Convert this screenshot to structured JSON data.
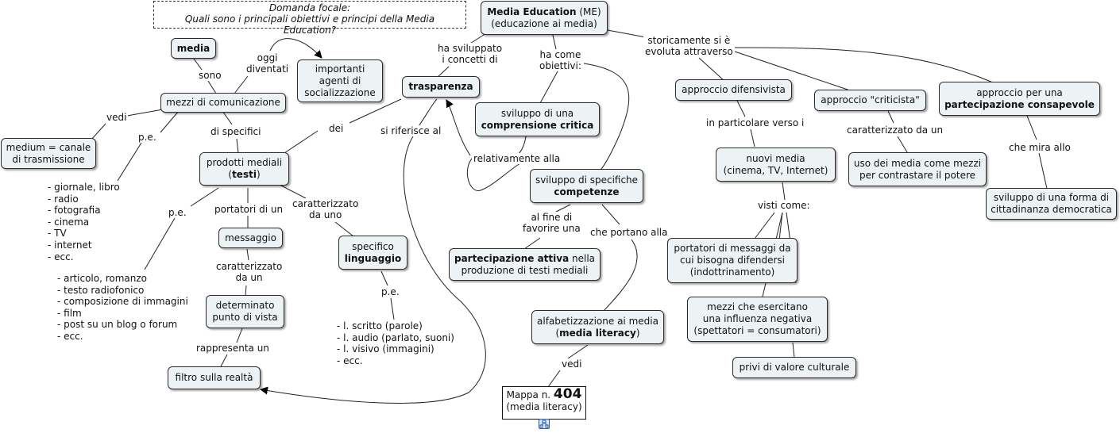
{
  "focus": {
    "line1": "Domanda focale:",
    "line2": "Quali sono i principali obiettivi e principi della Media Education?"
  },
  "nodes": {
    "media_education": {
      "bold": "Media Education",
      "rest": " (ME)",
      "line2": "(educazione ai media)"
    },
    "media": "media",
    "agenti_1": "importanti",
    "agenti_2": "agenti di",
    "agenti_3": "socializzazione",
    "trasparenza": "trasparenza",
    "mezzi_comunicazione": "mezzi di comunicazione",
    "medium_1": "medium = canale",
    "medium_2": "di trasmissione",
    "prodotti_1": "prodotti mediali",
    "prodotti_2_open": "(",
    "prodotti_2_bold": "testi",
    "prodotti_2_close": ")",
    "messaggio": "messaggio",
    "punto_vista_1": "determinato",
    "punto_vista_2": "punto di vista",
    "filtro": "filtro sulla realtà",
    "linguaggio_1": "specifico",
    "linguaggio_2": "linguaggio",
    "comprensione_1": "sviluppo di una",
    "comprensione_2": "comprensione critica",
    "competenze_1": "sviluppo di specifiche",
    "competenze_2": "competenze",
    "partecipazione_attiva_bold": "partecipazione attiva",
    "partecipazione_attiva_rest": " nella",
    "partecipazione_attiva_2": "produzione di testi mediali",
    "literacy_1": "alfabetizzazione ai media",
    "literacy_2_open": "(",
    "literacy_2_bold": "media literacy",
    "literacy_2_close": ")",
    "difensivista": "approccio difensivista",
    "criticista": "approccio \"criticista\"",
    "consapevole_1": "approccio per una",
    "consapevole_2": "partecipazione consapevole",
    "nuovi_media_1": "nuovi media",
    "nuovi_media_2": "(cinema, TV, Internet)",
    "uso_media_1": "uso dei media come mezzi",
    "uso_media_2": "per contrastare il potere",
    "cittadinanza_1": "sviluppo di una forma di",
    "cittadinanza_2": "cittadinanza democratica",
    "portatori_1": "portatori di messaggi da",
    "portatori_2": "cui bisogna difendersi",
    "portatori_3": "(indottrinamento)",
    "influenza_1": "mezzi che esercitano",
    "influenza_2": "una influenza negativa",
    "influenza_3": "(spettatori = consumatori)",
    "privi": "privi di valore culturale"
  },
  "labels": {
    "sono": "sono",
    "oggi_1": "oggi",
    "oggi_2": "diventati",
    "ha_sviluppato_1": "ha sviluppato",
    "ha_sviluppato_2": "i concetti di",
    "ha_come_1": "ha come",
    "ha_come_2": "obiettivi:",
    "storicamente_1": "storicamente si è",
    "storicamente_2": "evoluta attraverso",
    "vedi": "vedi",
    "pe1": "p.e.",
    "di_specifici": "di specifici",
    "dei": "dei",
    "si_riferisce": "si riferisce al",
    "relativamente": "relativamente alla",
    "pe2": "p.e.",
    "portatori_di_un": "portatori di un",
    "caratterizzato_uno_1": "caratterizzato",
    "caratterizzato_uno_2": "da uno",
    "caratterizzato_un_1": "caratterizzato",
    "caratterizzato_un_2": "da un",
    "rappresenta_un": "rappresenta un",
    "pe3": "p.e.",
    "al_fine_1": "al fine di",
    "al_fine_2": "favorire una",
    "che_portano": "che portano alla",
    "vedi2": "vedi",
    "in_particolare": "in particolare verso i",
    "caratterizzato_da_un": "caratterizzato da un",
    "che_mira": "che mira allo",
    "visti_come": "visti come:"
  },
  "list_media": [
    "- giornale, libro",
    "- radio",
    "- fotografia",
    "- cinema",
    "- TV",
    "- internet",
    "- ecc."
  ],
  "list_testi": [
    "- articolo, romanzo",
    "- testo radiofonico",
    "- composizione di immagini",
    "- film",
    "- post su un blog o forum",
    "- ecc."
  ],
  "list_linguaggio": [
    "- l. scritto (parole)",
    "- l. audio (parlato, suoni)",
    "- l. visivo (immagini)",
    "- ecc."
  ],
  "mappa": {
    "prefix": "Mappa n. ",
    "number": "404",
    "line2": "(media literacy)"
  }
}
